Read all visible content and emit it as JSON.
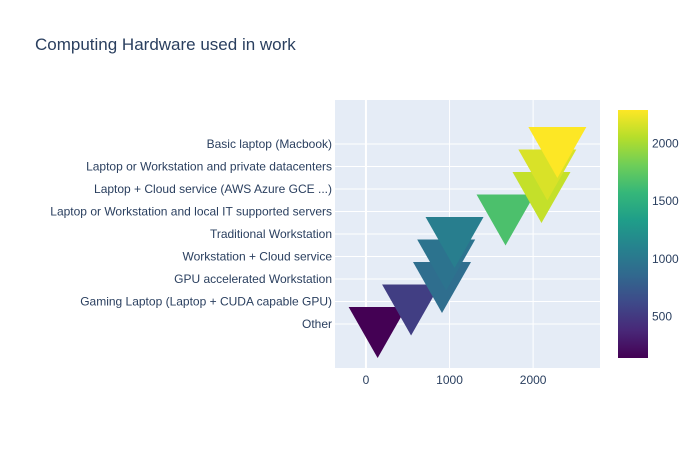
{
  "chart_data": {
    "type": "scatter",
    "title": "Computing Hardware used in work",
    "xlabel": "",
    "ylabel": "",
    "marker": "triangle-down",
    "xlim": [
      -370,
      2800
    ],
    "x_ticks": [
      0,
      1000,
      2000
    ],
    "x_tick_labels": [
      "0",
      "1000",
      "2000"
    ],
    "categories": [
      "Other",
      "Gaming Laptop (Laptop + CUDA capable GPU)",
      "GPU accelerated Workstation",
      "Workstation + Cloud service",
      "Traditional Workstation",
      "Laptop or Workstation and local IT supported servers",
      "Laptop + Cloud service (AWS Azure GCE ...)",
      "Laptop or Workstation and private datacenters",
      "Basic laptop (Macbook)"
    ],
    "values": [
      140,
      540,
      910,
      960,
      1060,
      1670,
      2100,
      2170,
      2290
    ],
    "colorbar": {
      "colorscale": "Viridis",
      "cmin": 140,
      "cmax": 2290,
      "ticks": [
        500,
        1000,
        1500,
        2000
      ],
      "tick_labels": [
        "500",
        "1000",
        "1500",
        "2000"
      ]
    },
    "grid": true,
    "plot_bgcolor": "#e5ecf6",
    "gridcolor": "#ffffff",
    "text_color": "#2a3f5f"
  }
}
